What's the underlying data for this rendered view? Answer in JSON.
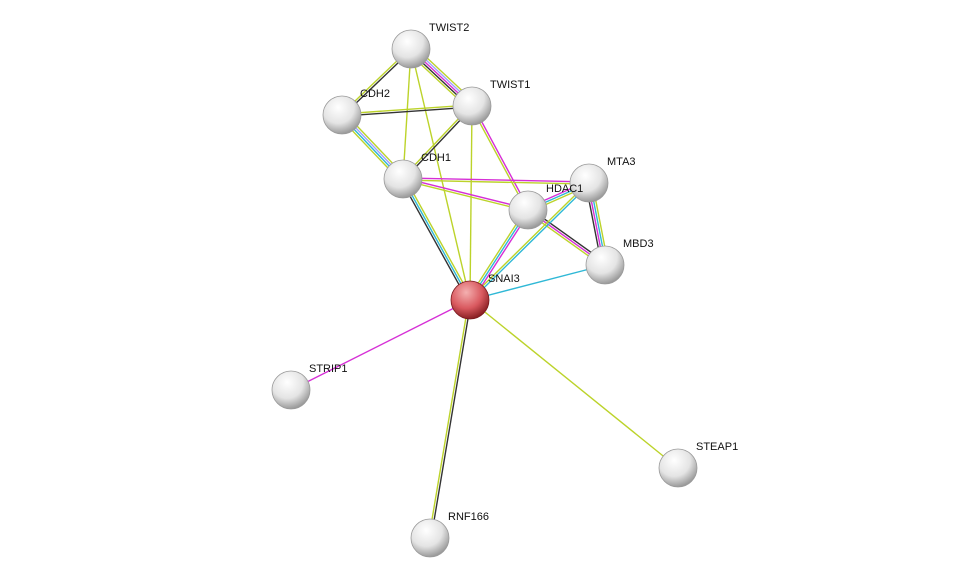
{
  "colors": {
    "textmining": "#bcd32a",
    "coexpression": "#333333",
    "experiments": "#d62fd6",
    "databases": "#2fb8d6",
    "homology": "#a0a0ff",
    "query_node": "#d9595f",
    "node": "#e6e6e6"
  },
  "nodes": [
    {
      "id": "TWIST2",
      "label": "TWIST2"
    },
    {
      "id": "CDH2",
      "label": "CDH2"
    },
    {
      "id": "TWIST1",
      "label": "TWIST1"
    },
    {
      "id": "CDH1",
      "label": "CDH1"
    },
    {
      "id": "MTA3",
      "label": "MTA3"
    },
    {
      "id": "HDAC1",
      "label": "HDAC1"
    },
    {
      "id": "MBD3",
      "label": "MBD3"
    },
    {
      "id": "SNAI3",
      "label": "SNAI3",
      "query": true
    },
    {
      "id": "STRIP1",
      "label": "STRIP1"
    },
    {
      "id": "STEAP1",
      "label": "STEAP1"
    },
    {
      "id": "RNF166",
      "label": "RNF166"
    }
  ],
  "edges": [
    {
      "from": "TWIST2",
      "to": "CDH2",
      "evidence": [
        "coexpression",
        "textmining"
      ]
    },
    {
      "from": "TWIST2",
      "to": "TWIST1",
      "evidence": [
        "textmining",
        "homology",
        "experiments",
        "coexpression",
        "textmining"
      ]
    },
    {
      "from": "TWIST2",
      "to": "CDH1",
      "evidence": [
        "textmining"
      ]
    },
    {
      "from": "TWIST2",
      "to": "SNAI3",
      "evidence": [
        "textmining"
      ]
    },
    {
      "from": "CDH2",
      "to": "TWIST1",
      "evidence": [
        "textmining",
        "coexpression"
      ]
    },
    {
      "from": "CDH2",
      "to": "CDH1",
      "evidence": [
        "textmining",
        "homology",
        "databases",
        "textmining"
      ]
    },
    {
      "from": "TWIST1",
      "to": "CDH1",
      "evidence": [
        "coexpression",
        "textmining"
      ]
    },
    {
      "from": "TWIST1",
      "to": "SNAI3",
      "evidence": [
        "textmining"
      ]
    },
    {
      "from": "TWIST1",
      "to": "HDAC1",
      "evidence": [
        "experiments",
        "textmining"
      ]
    },
    {
      "from": "CDH1",
      "to": "MTA3",
      "evidence": [
        "experiments",
        "textmining"
      ]
    },
    {
      "from": "CDH1",
      "to": "HDAC1",
      "evidence": [
        "experiments",
        "textmining"
      ]
    },
    {
      "from": "CDH1",
      "to": "SNAI3",
      "evidence": [
        "textmining",
        "databases",
        "coexpression"
      ]
    },
    {
      "from": "HDAC1",
      "to": "MTA3",
      "evidence": [
        "experiments",
        "databases",
        "textmining"
      ]
    },
    {
      "from": "HDAC1",
      "to": "MBD3",
      "evidence": [
        "coexpression",
        "experiments",
        "textmining"
      ]
    },
    {
      "from": "HDAC1",
      "to": "SNAI3",
      "evidence": [
        "experiments",
        "databases",
        "textmining"
      ]
    },
    {
      "from": "MTA3",
      "to": "SNAI3",
      "evidence": [
        "databases",
        "textmining"
      ]
    },
    {
      "from": "MTA3",
      "to": "MBD3",
      "evidence": [
        "textmining",
        "databases",
        "experiments",
        "coexpression"
      ]
    },
    {
      "from": "MBD3",
      "to": "SNAI3",
      "evidence": [
        "databases"
      ]
    },
    {
      "from": "SNAI3",
      "to": "STRIP1",
      "evidence": [
        "experiments"
      ]
    },
    {
      "from": "SNAI3",
      "to": "STEAP1",
      "evidence": [
        "textmining"
      ]
    },
    {
      "from": "SNAI3",
      "to": "RNF166",
      "evidence": [
        "coexpression",
        "textmining"
      ]
    }
  ]
}
